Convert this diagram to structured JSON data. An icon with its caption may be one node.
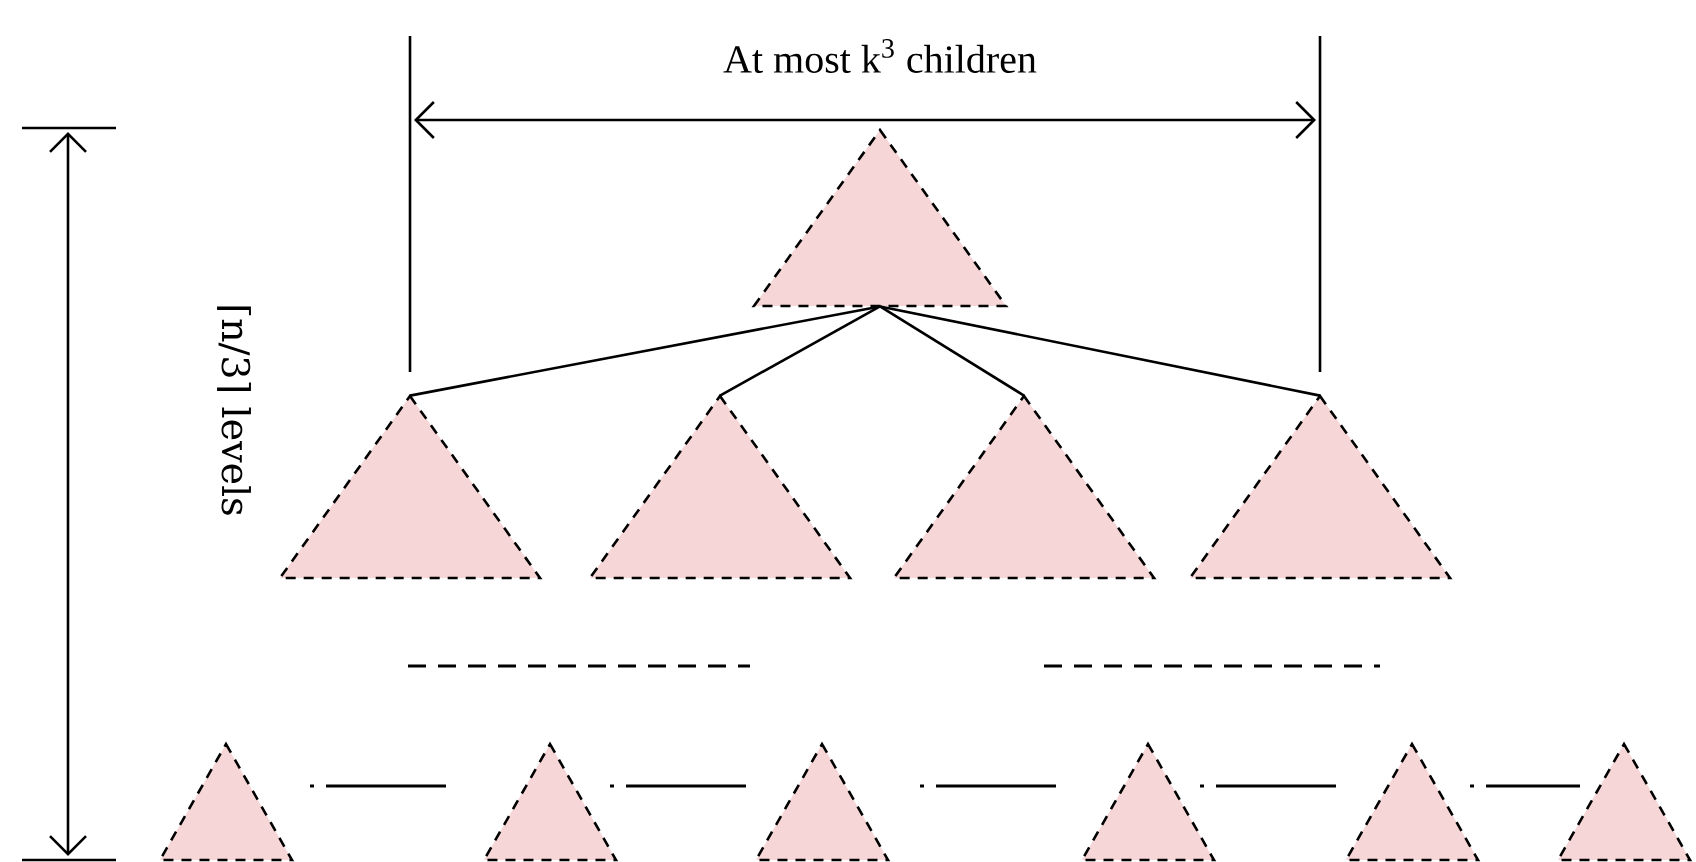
{
  "diagram": {
    "nodes": [
      {
        "text": [],
        "shape": "triangle"
      },
      {
        "text": [],
        "shape": "triangle"
      },
      {
        "text": [],
        "shape": "triangle"
      },
      {
        "text": [],
        "shape": "triangle"
      },
      {
        "text": [],
        "shape": "triangle"
      },
      {
        "text": [],
        "shape": "triangle"
      },
      {
        "text": [],
        "shape": "triangle"
      },
      {
        "text": [],
        "shape": "triangle"
      },
      {
        "text": [],
        "shape": "triangle"
      },
      {
        "text": [],
        "shape": "triangle"
      },
      {
        "text": [],
        "shape": "triangle"
      }
    ],
    "edges": [
      {
        "from": 0,
        "to": 1,
        "arrow": "none"
      },
      {
        "from": 0,
        "to": 2,
        "arrow": "none"
      },
      {
        "from": 0,
        "to": 3,
        "arrow": "none"
      },
      {
        "from": 0,
        "to": 4,
        "arrow": "none"
      }
    ],
    "labels": [
      "At most k$^{3}$ children",
      "⌈n/3⌉ levels"
    ]
  }
}
